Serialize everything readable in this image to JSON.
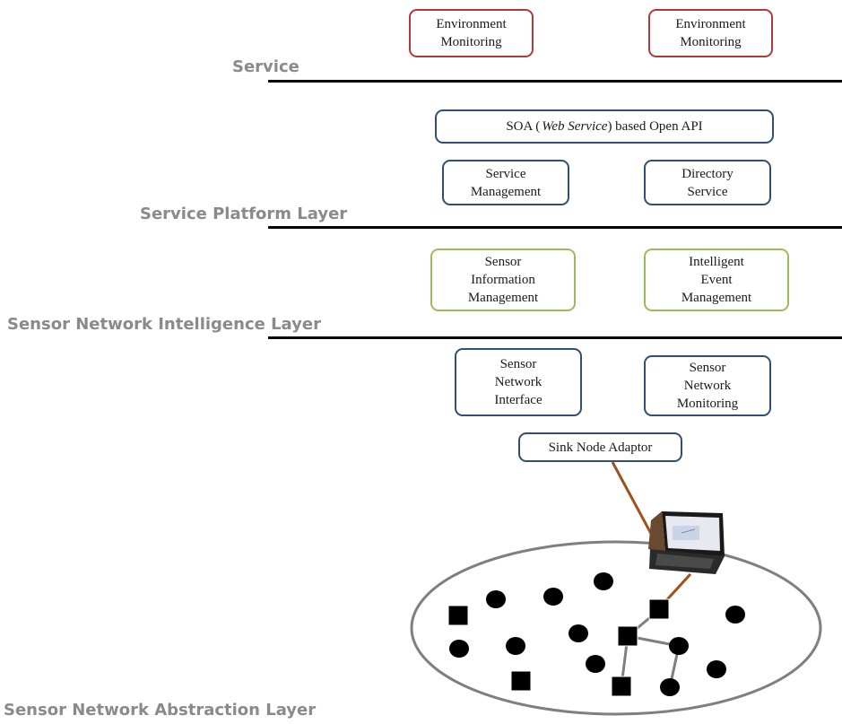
{
  "layers": {
    "service": "Service",
    "platform": "Service Platform Layer",
    "intelligence": "Sensor Network Intelligence Layer",
    "abstraction": "Sensor Network Abstraction Layer"
  },
  "boxes": {
    "env1": "Environment\nMonitoring",
    "env2": "Environment\nMonitoring",
    "soa_pre": "SOA (",
    "soa_italic": "Web Service",
    "soa_post": ") based Open API",
    "service_mgmt": "Service\nManagement",
    "directory": "Directory\nService",
    "sensor_info": "Sensor\nInformation\nManagement",
    "intelligent_event": "Intelligent\nEvent\nManagement",
    "sn_interface": "Sensor\nNetwork\nInterface",
    "sn_monitoring": "Sensor\nNetwork\nMonitoring",
    "sink": "Sink Node Adaptor"
  },
  "colors": {
    "service_border": "#b03a3a",
    "platform_border": "#2f4f76",
    "intelligence_border": "#9bbb59",
    "link": "#a0521d",
    "ellipse": "#7f7f7f"
  }
}
